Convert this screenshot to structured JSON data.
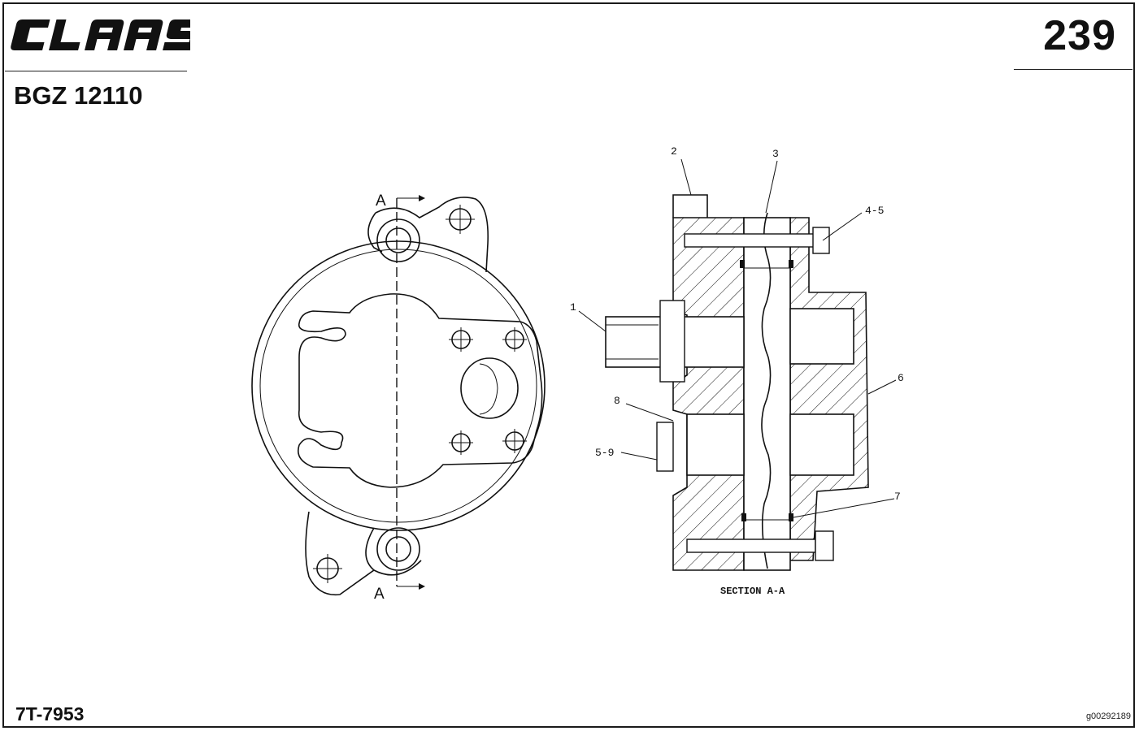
{
  "header": {
    "brand": "CLAAS",
    "page_number": "239",
    "model": "BGZ 12110"
  },
  "footer": {
    "part_number": "7T-7953",
    "image_ref": "g00292189"
  },
  "diagram": {
    "section_marker_top": "A",
    "section_marker_bottom": "A",
    "section_caption": "SECTION A-A",
    "callouts": [
      "1",
      "2",
      "3",
      "4-5",
      "5-9",
      "6",
      "7",
      "8"
    ]
  }
}
